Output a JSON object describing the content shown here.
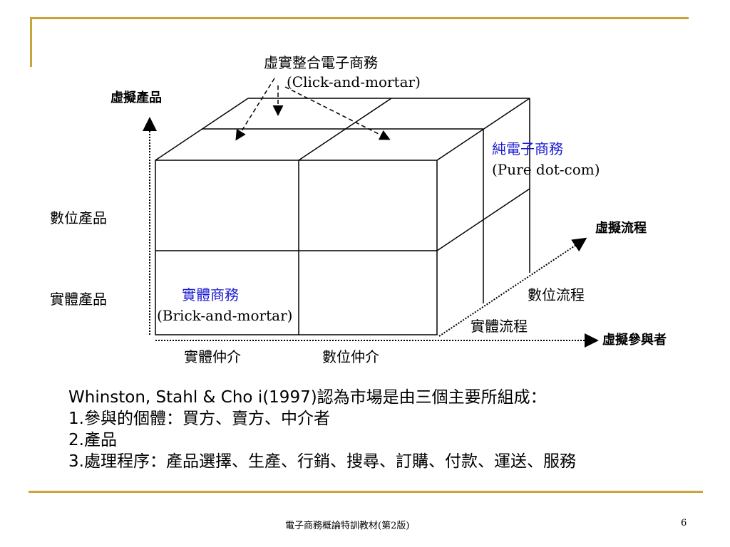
{
  "diagram": {
    "top_label_zh": "虛實整合電子商務",
    "top_label_en": "(Click-and-mortar)",
    "y_axis_label": "虛擬產品",
    "y_level_digital": "數位產品",
    "y_level_physical": "實體產品",
    "pure_zh": "純電子商務",
    "pure_en": "(Pure dot-com)",
    "brick_zh": "實體商務",
    "brick_en": "(Brick-and-mortar)",
    "z_axis_label": "虛擬流程",
    "z_level_digital": "數位流程",
    "z_level_physical": "實體流程",
    "x_axis_label": "虛擬參與者",
    "x_level_physical": "實體仲介",
    "x_level_digital": "數位仲介",
    "colors": {
      "accent_line": "#c9a43a",
      "highlight_text": "#1a1ad0"
    }
  },
  "body": {
    "line1": "Whinston, Stahl & Cho i(1997)認為市場是由三個主要所組成：",
    "line2": "1.參與的個體：買方、賣方、中介者",
    "line3": "2.產品",
    "line4": "3.處理程序：產品選擇、生產、行銷、搜尋、訂購、付款、運送、服務"
  },
  "footer": {
    "title": "電子商務概論特訓教材(第2版)",
    "page_number": "6"
  }
}
